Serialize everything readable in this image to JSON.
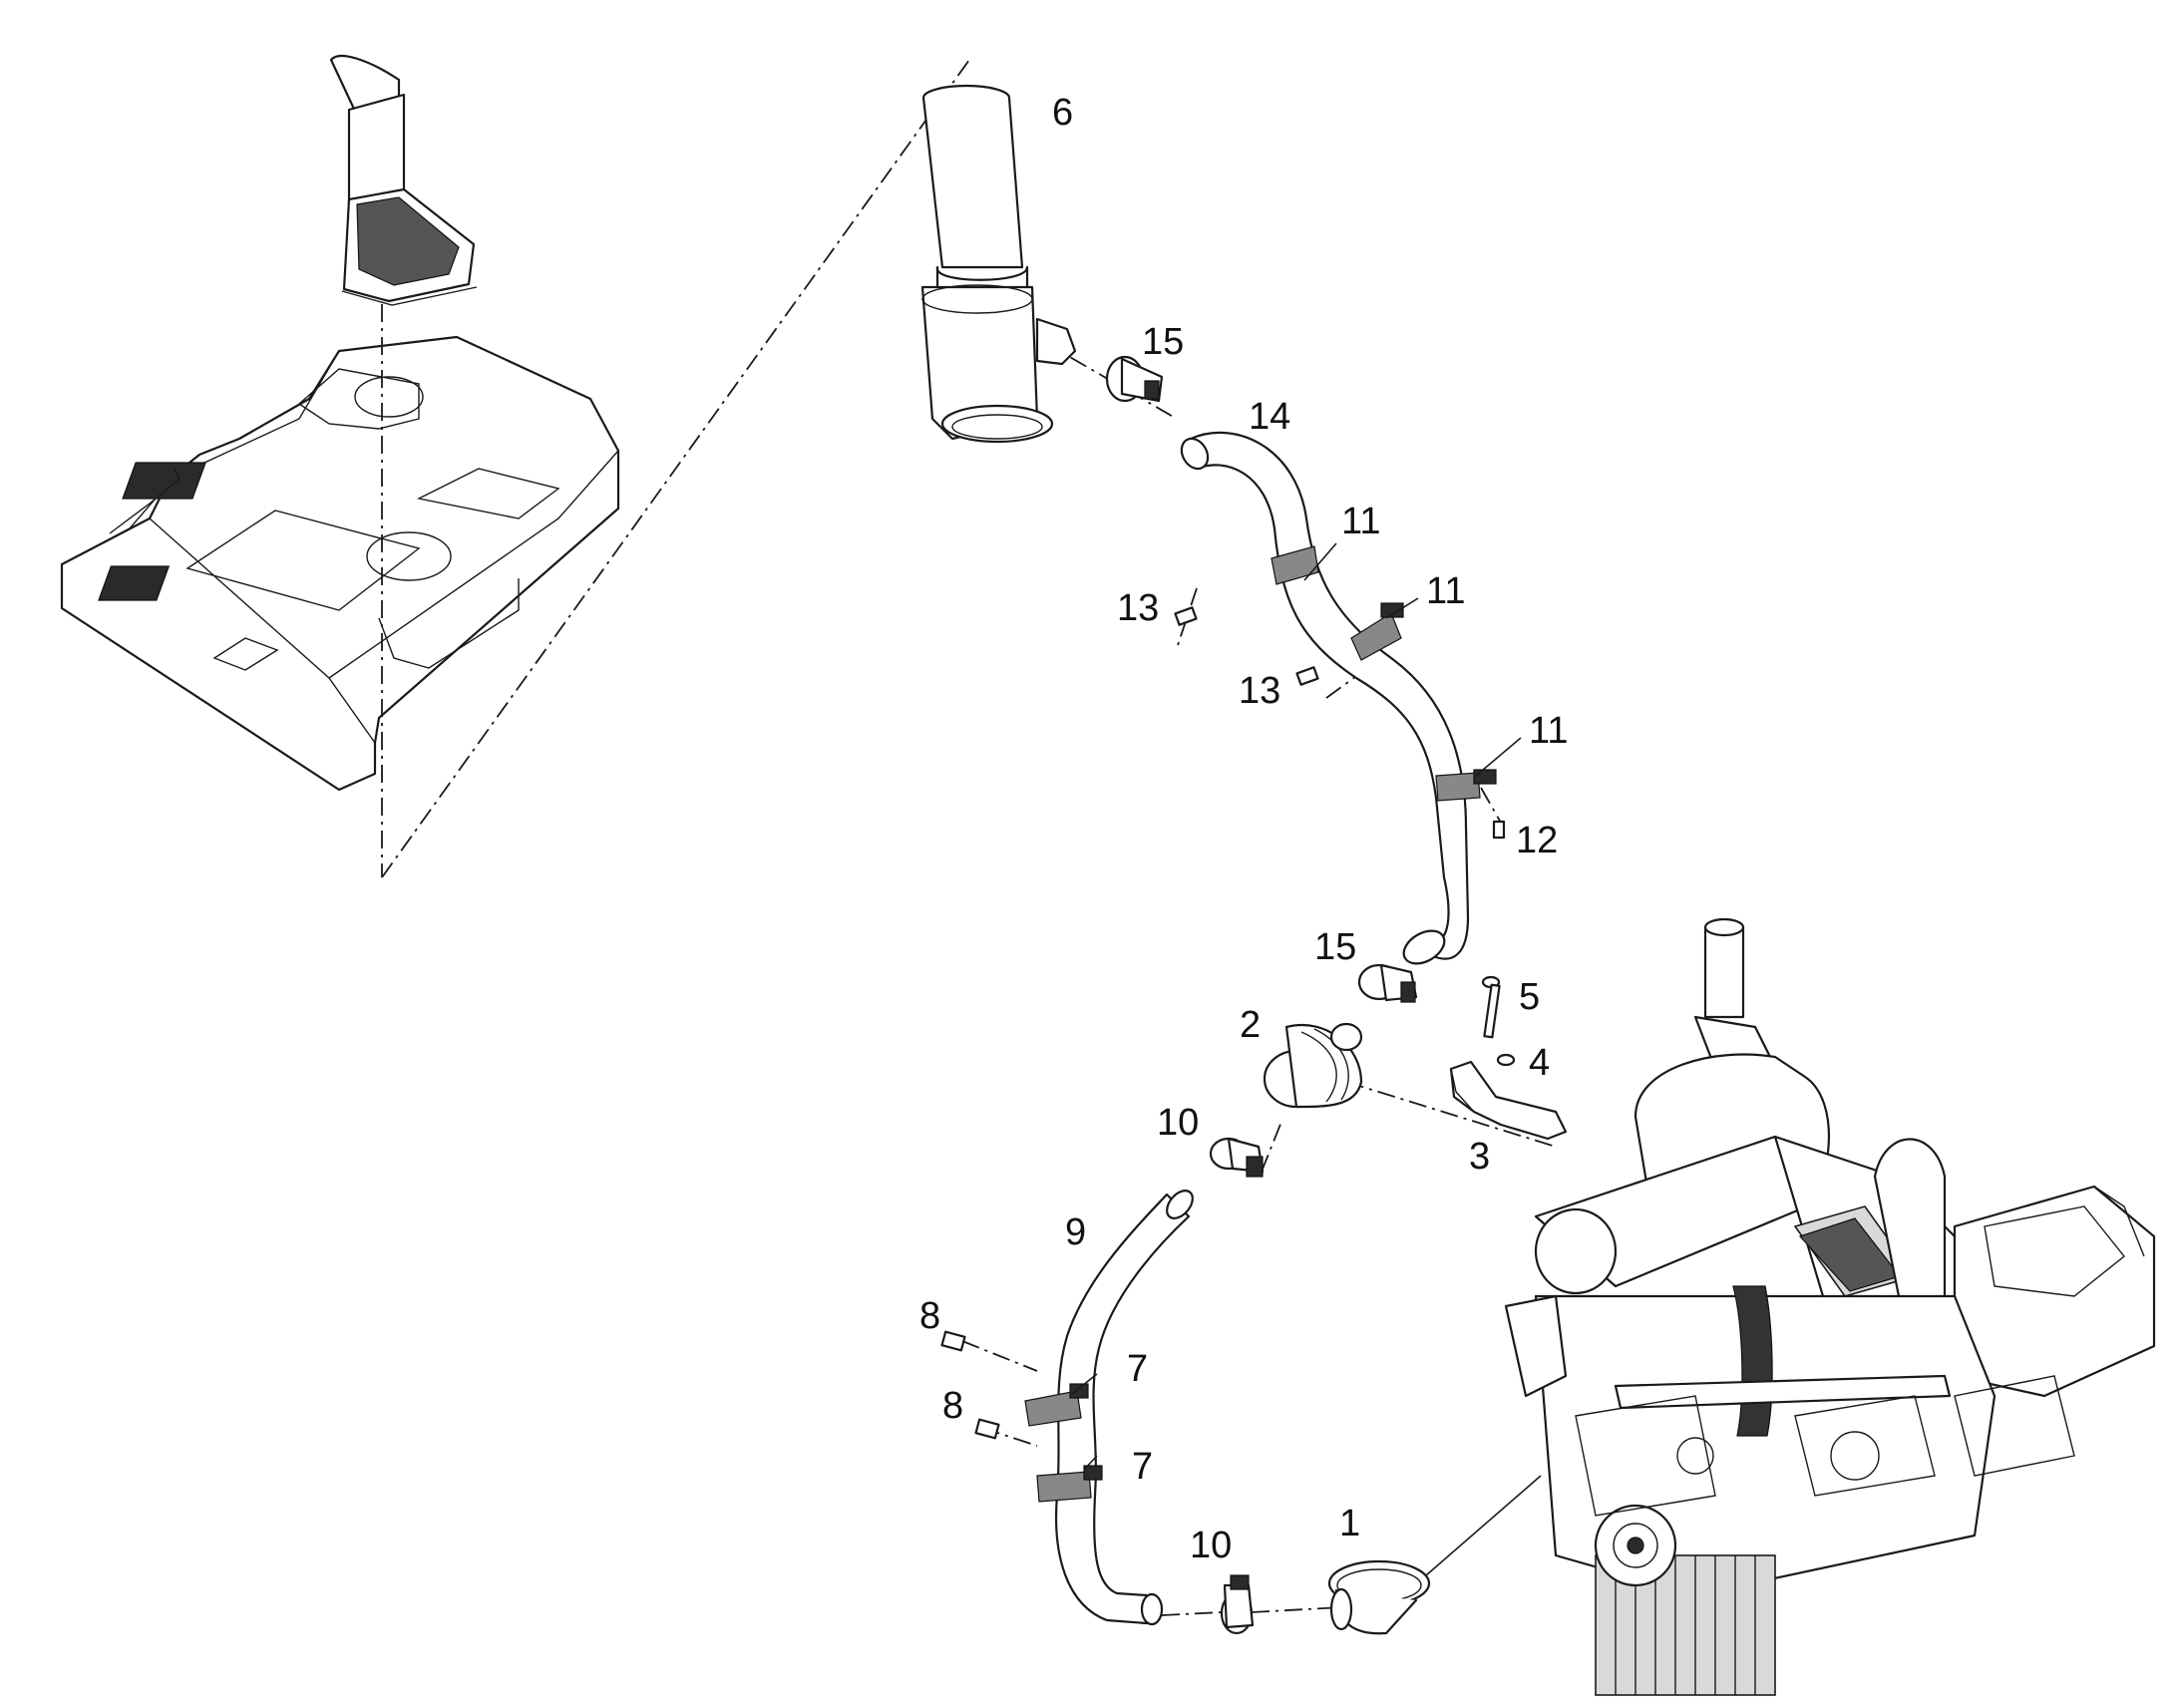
{
  "callouts": [
    {
      "id": "c1",
      "label": "1"
    },
    {
      "id": "c2",
      "label": "2"
    },
    {
      "id": "c3",
      "label": "3"
    },
    {
      "id": "c4",
      "label": "4"
    },
    {
      "id": "c5",
      "label": "5"
    },
    {
      "id": "c6",
      "label": "6"
    },
    {
      "id": "c7a",
      "label": "7"
    },
    {
      "id": "c7b",
      "label": "7"
    },
    {
      "id": "c8a",
      "label": "8"
    },
    {
      "id": "c8b",
      "label": "8"
    },
    {
      "id": "c9",
      "label": "9"
    },
    {
      "id": "c10a",
      "label": "10"
    },
    {
      "id": "c10b",
      "label": "10"
    },
    {
      "id": "c11a",
      "label": "11"
    },
    {
      "id": "c11b",
      "label": "11"
    },
    {
      "id": "c11c",
      "label": "11"
    },
    {
      "id": "c12",
      "label": "12"
    },
    {
      "id": "c13a",
      "label": "13"
    },
    {
      "id": "c13b",
      "label": "13"
    },
    {
      "id": "c14",
      "label": "14"
    },
    {
      "id": "c15a",
      "label": "15"
    },
    {
      "id": "c15b",
      "label": "15"
    }
  ],
  "colors": {
    "line": "#1a1a1a",
    "background": "#ffffff",
    "fill_dark": "#2a2a2a",
    "fill_grey": "#d9d9d9"
  }
}
